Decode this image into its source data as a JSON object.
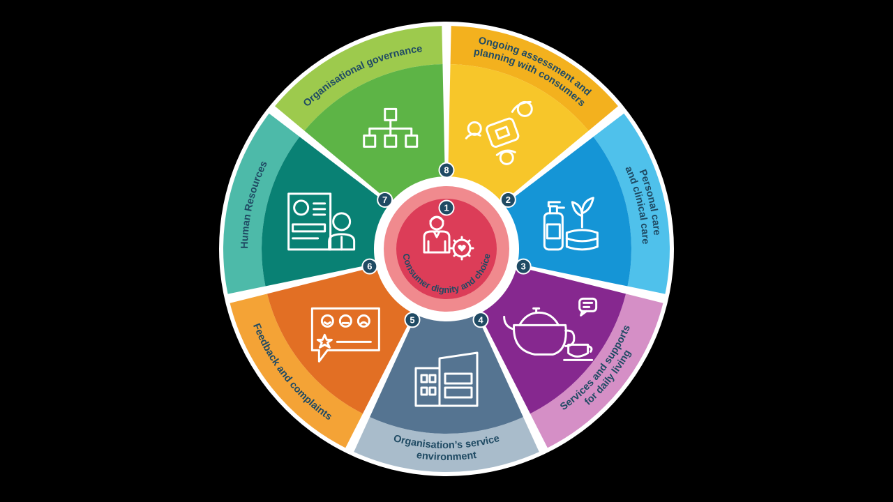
{
  "wheel": {
    "center": {
      "number": "1",
      "label": "Consumer dignity and choice",
      "color": "#dc3d58",
      "ring_color": "#f08a8e"
    },
    "segments": [
      {
        "id": 2,
        "number": "2",
        "label_lines": [
          "Ongoing assessment and",
          "planning with consumers"
        ],
        "outer_color": "#f3b11e",
        "inner_color": "#f7c62a",
        "icon": "meeting-table-icon"
      },
      {
        "id": 3,
        "number": "3",
        "label_lines": [
          "Personal care",
          "and clinical care"
        ],
        "outer_color": "#4fc1eb",
        "inner_color": "#1595d6",
        "icon": "care-products-icon"
      },
      {
        "id": 4,
        "number": "4",
        "label_lines": [
          "Services and supports",
          "for daily living"
        ],
        "outer_color": "#d58fc6",
        "inner_color": "#86288f",
        "icon": "teapot-cup-icon"
      },
      {
        "id": 5,
        "number": "5",
        "label_lines": [
          "Organisation’s service",
          "environment"
        ],
        "outer_color": "#a9bccb",
        "inner_color": "#557491",
        "icon": "building-icon"
      },
      {
        "id": 6,
        "number": "6",
        "label_lines": [
          "Feedback and complaints"
        ],
        "outer_color": "#f4a336",
        "inner_color": "#e26f24",
        "icon": "feedback-bubble-icon"
      },
      {
        "id": 7,
        "number": "7",
        "label_lines": [
          "Human Resources"
        ],
        "outer_color": "#4dbaa9",
        "inner_color": "#098174",
        "icon": "staff-profile-icon"
      },
      {
        "id": 8,
        "number": "8",
        "label_lines": [
          "Organisational governance"
        ],
        "outer_color": "#9dca4d",
        "inner_color": "#5db446",
        "icon": "org-chart-icon"
      }
    ]
  }
}
